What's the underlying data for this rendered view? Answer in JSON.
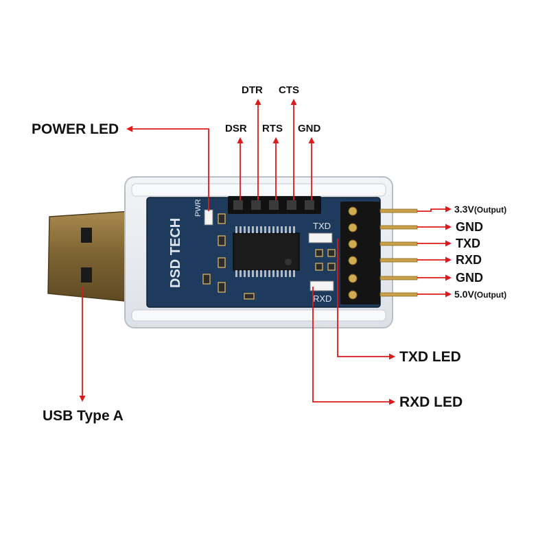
{
  "labels": {
    "power_led": "POWER LED",
    "usb_type_a": "USB Type A",
    "txd_led": "TXD LED",
    "rxd_led": "RXD LED"
  },
  "top_header_pins": {
    "dtr": "DTR",
    "cts": "CTS",
    "dsr": "DSR",
    "rts": "RTS",
    "gnd": "GND"
  },
  "side_pins": [
    {
      "label": "3.3V",
      "suffix": "(Output)"
    },
    {
      "label": "GND",
      "suffix": ""
    },
    {
      "label": "TXD",
      "suffix": ""
    },
    {
      "label": "RXD",
      "suffix": ""
    },
    {
      "label": "GND",
      "suffix": ""
    },
    {
      "label": "5.0V",
      "suffix": "(Output)"
    }
  ],
  "board_silkscreen": {
    "pwr": "PWR",
    "txd": "TXD",
    "rxd": "RXD",
    "brand": "DSD TECH"
  },
  "colors": {
    "arrow": "#e01818",
    "pcb": "#1e3a5c",
    "usb_metal": "#8a6f3a",
    "case": "#e6e9ee",
    "pin_gold": "#c9a04a"
  }
}
